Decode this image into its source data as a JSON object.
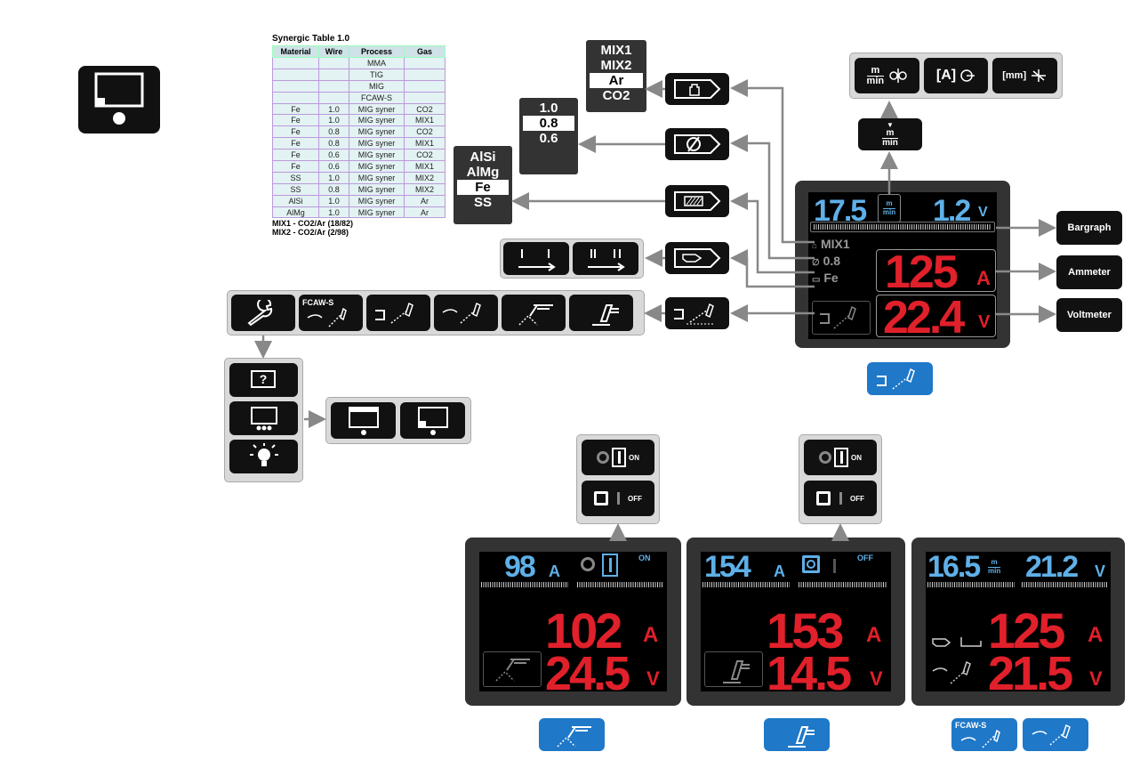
{
  "synergic": {
    "title": "Synergic Table 1.0",
    "headers": [
      "Material",
      "Wire",
      "Process",
      "Gas"
    ],
    "rows": [
      [
        "",
        "",
        "MMA",
        ""
      ],
      [
        "",
        "",
        "TIG",
        ""
      ],
      [
        "",
        "",
        "MIG",
        ""
      ],
      [
        "",
        "",
        "FCAW-S",
        ""
      ],
      [
        "Fe",
        "1.0",
        "MIG syner",
        "CO2"
      ],
      [
        "Fe",
        "1.0",
        "MIG syner",
        "MIX1"
      ],
      [
        "Fe",
        "0.8",
        "MIG syner",
        "CO2"
      ],
      [
        "Fe",
        "0.8",
        "MIG syner",
        "MIX1"
      ],
      [
        "Fe",
        "0.6",
        "MIG syner",
        "CO2"
      ],
      [
        "Fe",
        "0.6",
        "MIG syner",
        "MIX1"
      ],
      [
        "SS",
        "1.0",
        "MIG syner",
        "MIX2"
      ],
      [
        "SS",
        "0.8",
        "MIG syner",
        "MIX2"
      ],
      [
        "AlSi",
        "1.0",
        "MIG syner",
        "Ar"
      ],
      [
        "AlMg",
        "1.0",
        "MIG syner",
        "Ar"
      ]
    ],
    "note1": "MIX1 - CO2/Ar (18/82)",
    "note2": "MIX2 - CO2/Ar (2/98)"
  },
  "gas_list": [
    "MIX1",
    "MIX2",
    "Ar",
    "CO2"
  ],
  "gas_selected": "Ar",
  "wire_list": [
    "1.0",
    "0.8",
    "0.6"
  ],
  "wire_selected": "0.8",
  "material_list": [
    "AlSi",
    "AlMg",
    "Fe",
    "SS"
  ],
  "material_selected": "Fe",
  "units": {
    "mmin_top": "m",
    "mmin_bottom": "min",
    "amp_box": "[A]",
    "mm_box": "[mm]"
  },
  "main_display": {
    "wire_speed": "17.5",
    "unit_m": "m",
    "unit_min": "min",
    "voltage_small": "1.2",
    "voltage_unit": "V",
    "gas": "MIX1",
    "wire": "0.8",
    "material": "Fe",
    "current": "125",
    "current_unit": "A",
    "voltage": "22.4",
    "voltage_big_unit": "V"
  },
  "labels": {
    "bargraph": "Bargraph",
    "ammeter": "Ammeter",
    "voltmeter": "Voltmeter",
    "fcaw": "FCAW-S"
  },
  "panel1": {
    "set_current": "98",
    "set_unit": "A",
    "on": "ON",
    "current": "102",
    "current_unit": "A",
    "voltage": "24.5",
    "voltage_unit": "V"
  },
  "panel2": {
    "set_current": "154",
    "set_unit": "A",
    "off": "OFF",
    "current": "153",
    "current_unit": "A",
    "voltage": "14.5",
    "voltage_unit": "V"
  },
  "panel3": {
    "wire_speed": "16.5",
    "unit_m": "m",
    "unit_min": "min",
    "set_voltage": "21.2",
    "set_unit": "V",
    "current": "125",
    "current_unit": "A",
    "voltage": "21.5",
    "voltage_unit": "V"
  },
  "switch": {
    "on": "ON",
    "off": "OFF"
  },
  "colors": {
    "display_blue": "#5fb0e8",
    "display_red": "#e0202a",
    "button_blue": "#1f78c8"
  }
}
